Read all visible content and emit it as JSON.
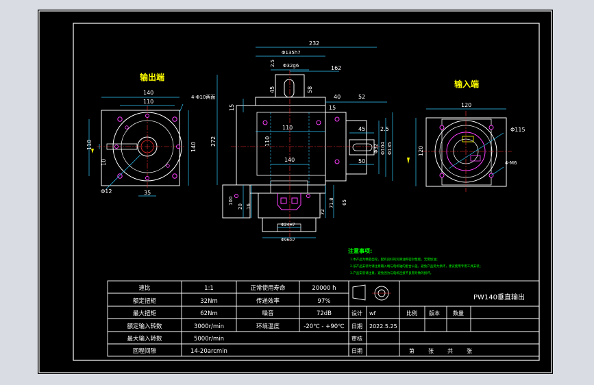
{
  "labels": {
    "output_end": "输出端",
    "input_end": "输入端"
  },
  "dimensions": {
    "front": {
      "w140": "140",
      "w110": "110",
      "holes": "4-Φ10两面",
      "h110": "110",
      "h140": "140",
      "h10": "10",
      "d12": "Φ12",
      "h35": "35"
    },
    "side": {
      "w232": "232",
      "d135h7": "Φ135h7",
      "d2p5": "2.5",
      "d32g6": "Φ32g6",
      "l162": "162",
      "l45": "45",
      "l58": "58",
      "l40": "40",
      "l52": "52",
      "l15a": "15",
      "l15b": "15",
      "l110": "110",
      "h272": "272",
      "h110": "110",
      "l140": "140",
      "l45b": "45",
      "l2p5b": "2.5",
      "d32b": "Φ32",
      "d104": "Φ104",
      "d135b": "Φ135",
      "l50": "50",
      "l20": "20",
      "l16": "16",
      "l72": "72",
      "d24": "Φ24",
      "d96": "Φ96",
      "l71": "71.8",
      "l65": "65",
      "l100": "100",
      "d24h7": "Φ24H7",
      "d96h7": "Φ96G7"
    },
    "input": {
      "w120": "120",
      "h120": "120",
      "d115": "Φ115",
      "m6": "4-M6"
    }
  },
  "notes": {
    "title": "注意事项:",
    "items": [
      "1.本产品为精密齿轮，配有良好的润滑油和密封性能，无需加油；",
      "2.该产品安装时请注意输入端与电机轴的配合公差，避免产品受力损坏，建议使用专用工具安装；",
      "3.产品安装请注意，避免因为与电机连接不良而导致的损坏。"
    ]
  },
  "specs": {
    "rows": [
      [
        "速比",
        "1:1",
        "正常使用寿命",
        "20000 h"
      ],
      [
        "额定扭矩",
        "32Nm",
        "传递效率",
        "97%"
      ],
      [
        "最大扭矩",
        "62Nm",
        "噪音",
        "72dB"
      ],
      [
        "额定输入转数",
        "3000r/min",
        "环境温度",
        "-20℃ - +90℃"
      ],
      [
        "最大输入转数",
        "5000r/min",
        "",
        ""
      ],
      [
        "回程间隙",
        "14-20arcmin",
        "",
        ""
      ]
    ]
  },
  "titleblock": {
    "name": "PW140垂直输出",
    "design_label": "设计",
    "designer": "wf",
    "date_label": "日期",
    "date": "2022.5.25",
    "scale_label": "比例",
    "version_label": "版本",
    "qty_label": "数量",
    "review_label": "审核",
    "date2_label": "日期",
    "sheet_label": "第",
    "sheet_mid": "张",
    "total_label": "共",
    "sheets_label": "张"
  }
}
